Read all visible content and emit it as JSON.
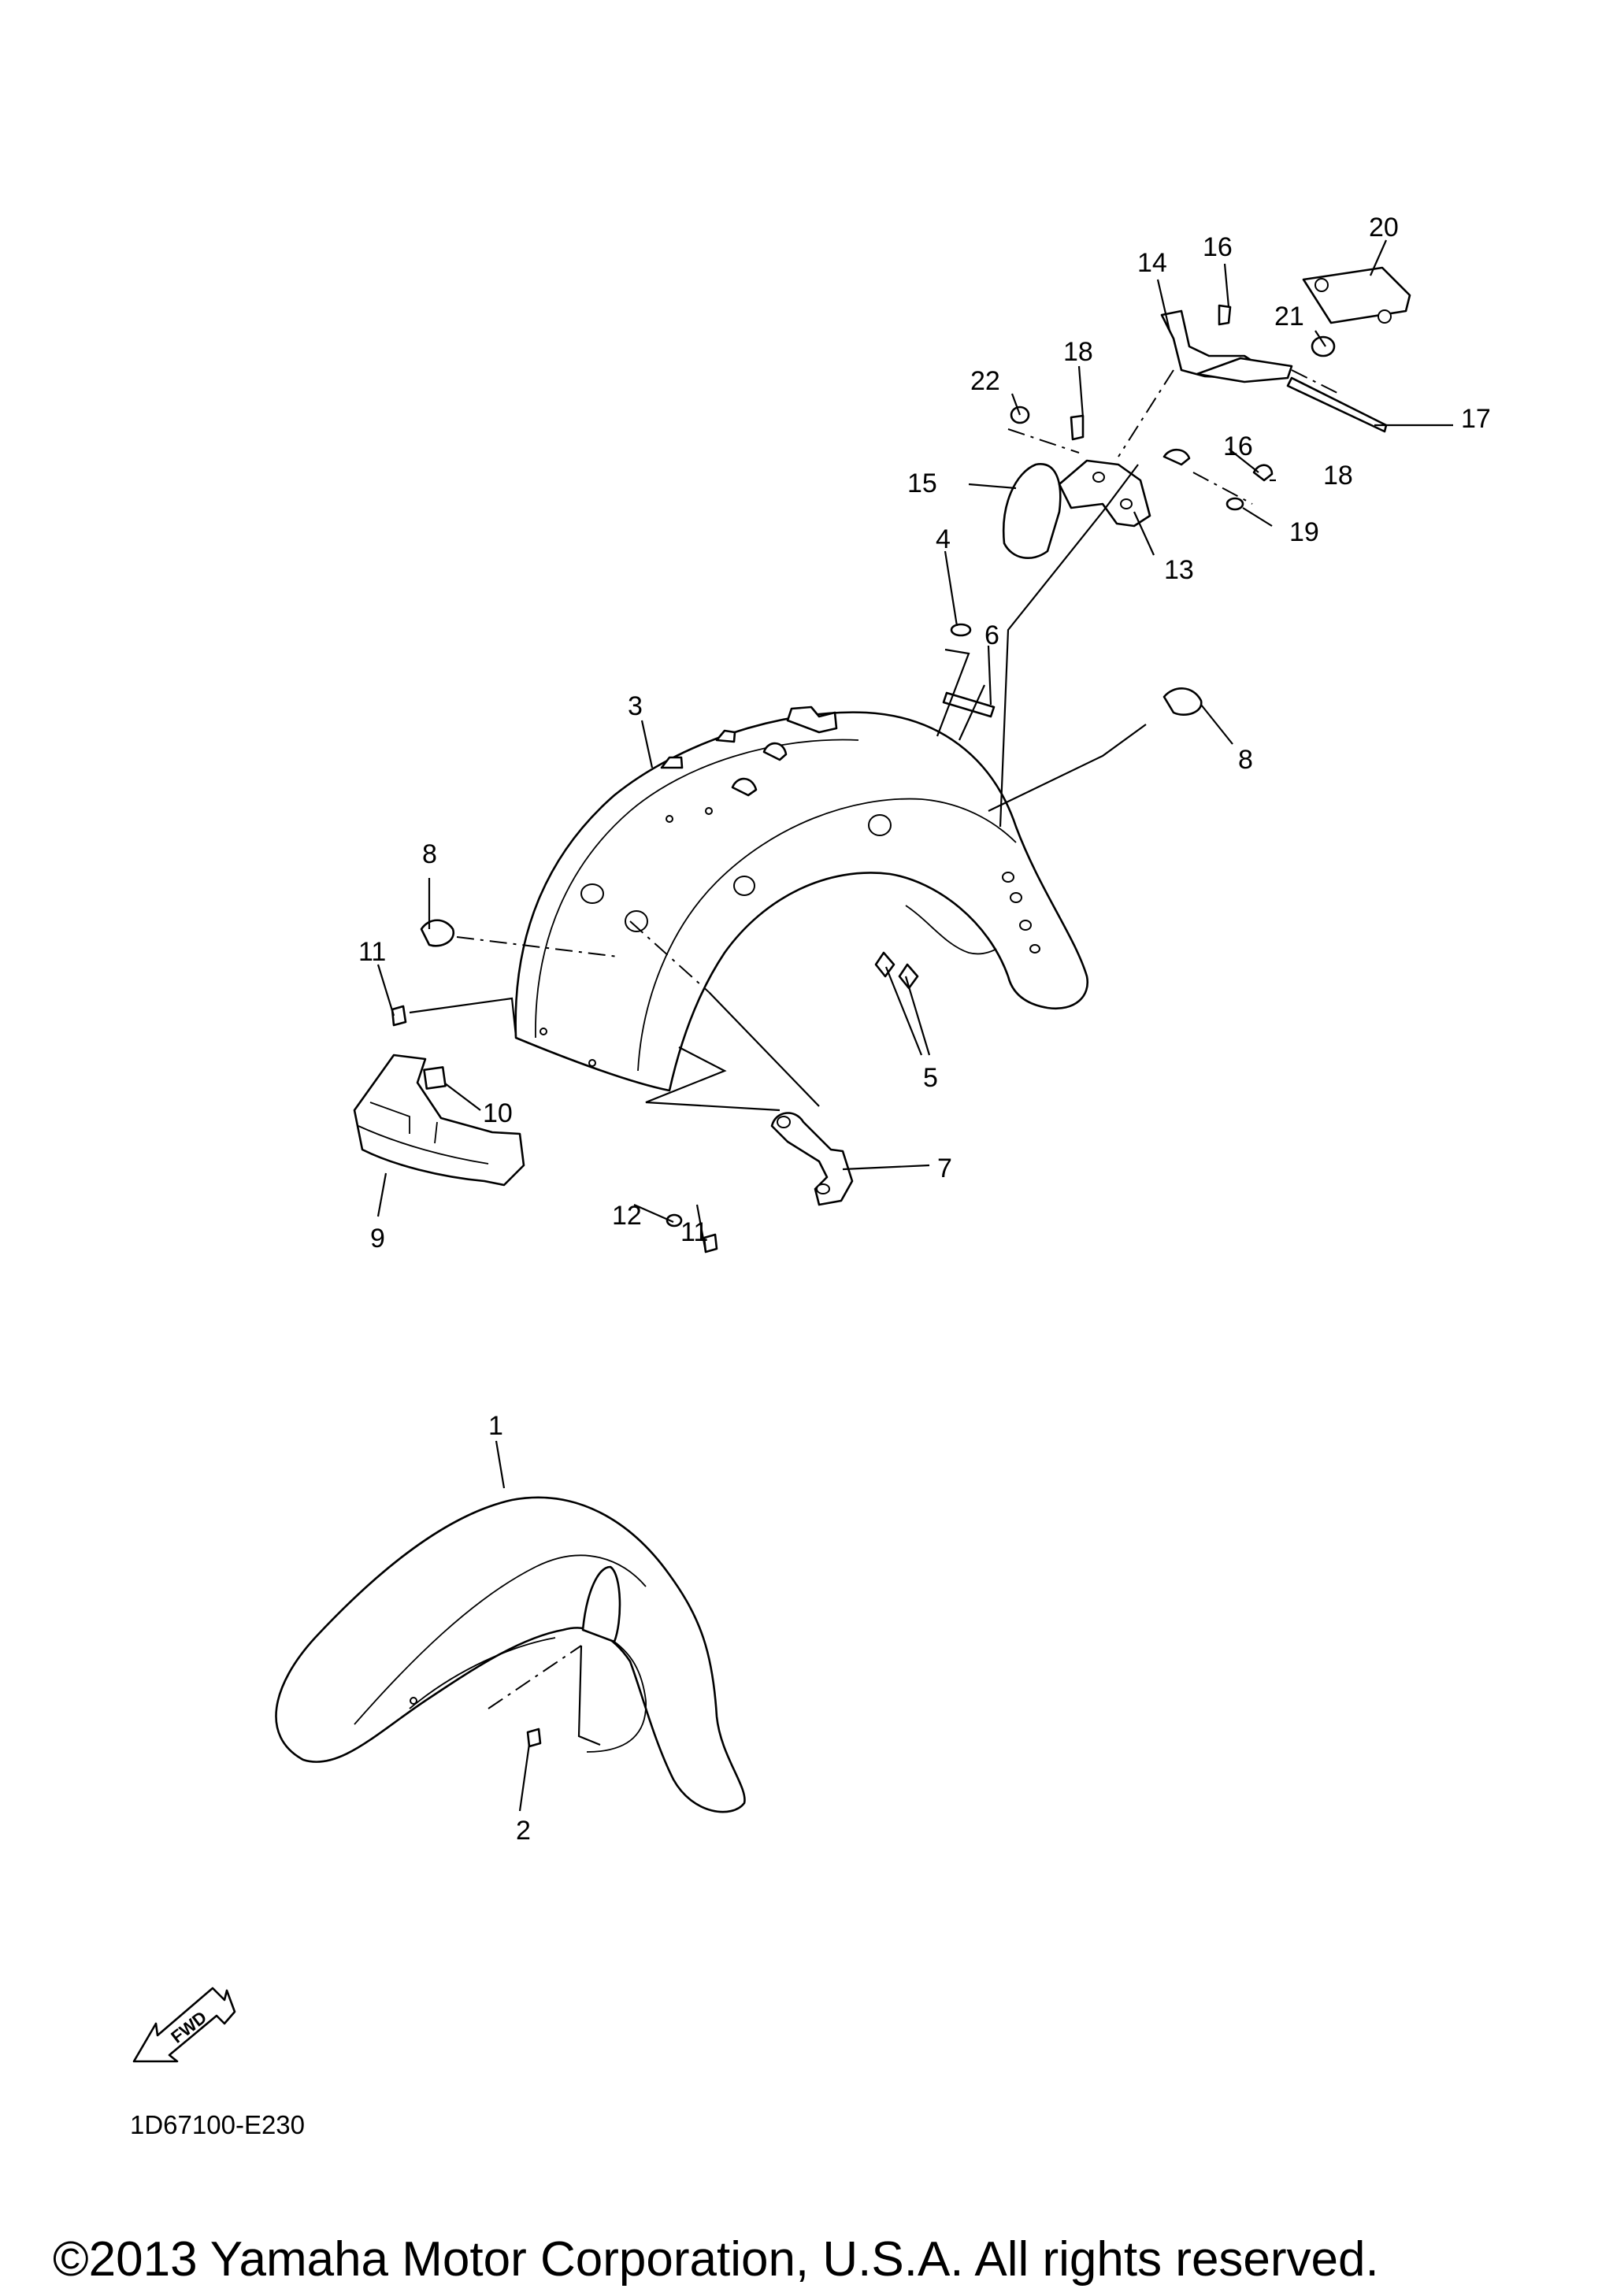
{
  "diagram_code": "1D67100-E230",
  "copyright": "©2013 Yamaha Motor Corporation, U.S.A. All rights reserved.",
  "fwd_label": "FWD",
  "callouts": {
    "p1": "1",
    "p2": "2",
    "p3": "3",
    "p4": "4",
    "p5": "5",
    "p6": "6",
    "p7": "7",
    "p8a": "8",
    "p8b": "8",
    "p9": "9",
    "p10": "10",
    "p11a": "11",
    "p11b": "11",
    "p12": "12",
    "p13": "13",
    "p14": "14",
    "p15": "15",
    "p16a": "16",
    "p16b": "16",
    "p17": "17",
    "p18a": "18",
    "p18b": "18",
    "p19": "19",
    "p20": "20",
    "p21": "21",
    "p22": "22"
  }
}
